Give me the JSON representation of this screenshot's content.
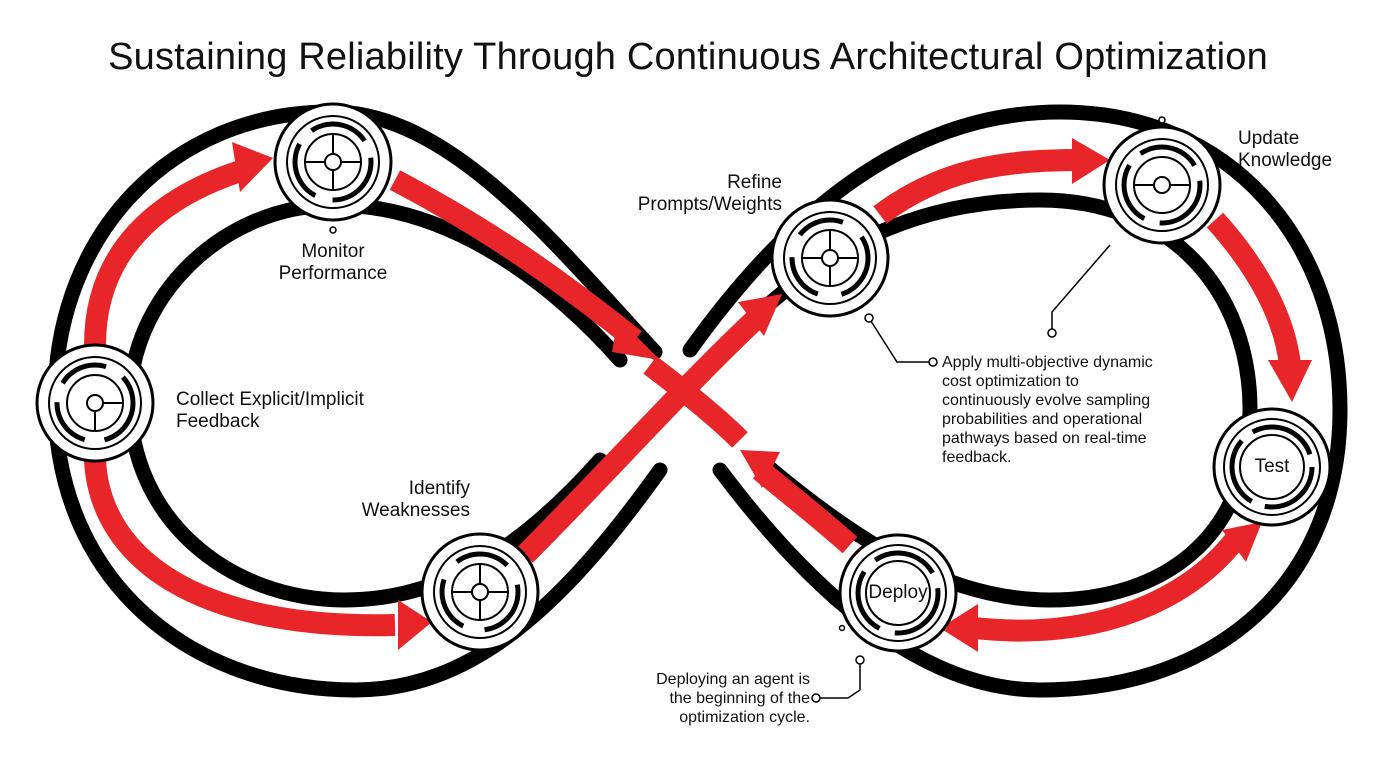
{
  "title": "Sustaining Reliability Through Continuous Architectural Optimization",
  "stages": {
    "monitor": [
      "Monitor",
      "Performance"
    ],
    "collect": [
      "Collect Explicit/Implicit",
      "Feedback"
    ],
    "identify": [
      "Identify",
      "Weaknesses"
    ],
    "refine": [
      "Refine",
      "Prompts/Weights"
    ],
    "update": [
      "Update",
      "Knowledge"
    ],
    "test": "Test",
    "deploy": "Deploy"
  },
  "notes": {
    "optimization": [
      "Apply multi-objective dynamic",
      "cost optimization to",
      "continuously evolve sampling",
      "probabilities and operational",
      "pathways based on real-time",
      "feedback."
    ],
    "deploying": [
      "Deploying an agent is",
      "the beginning of the",
      "optimization cycle."
    ]
  },
  "colors": {
    "arrow": "#e8262a",
    "track": "#000000",
    "background": "#ffffff"
  },
  "icons": {
    "node": "concentric-ring-node-icon",
    "arrowhead": "red-arrowhead-icon"
  }
}
